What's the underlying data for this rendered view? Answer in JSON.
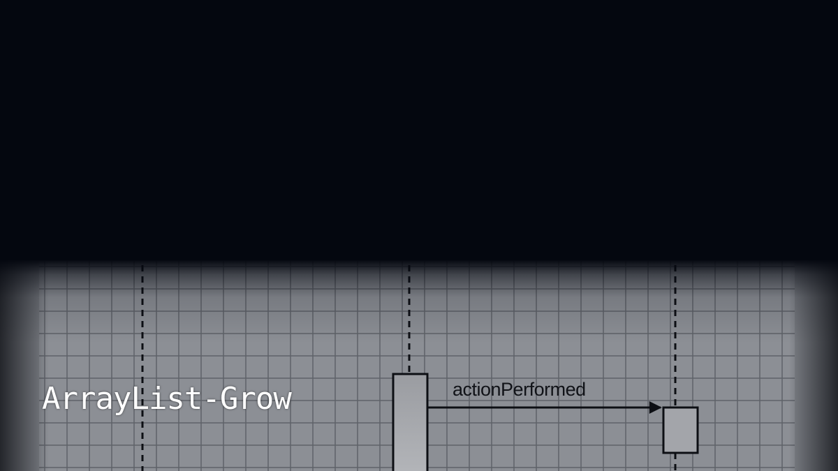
{
  "title": "ArrayList-Grow",
  "diagram": {
    "type": "sequence",
    "message_label": "actionPerformed",
    "colors": {
      "background": "#04070f",
      "grid_paper": "#8a8d93",
      "grid_line": "#5c5f66",
      "line": "#0d0f14",
      "activation_fill": "#95989e",
      "title_text": "#ffffff"
    }
  }
}
